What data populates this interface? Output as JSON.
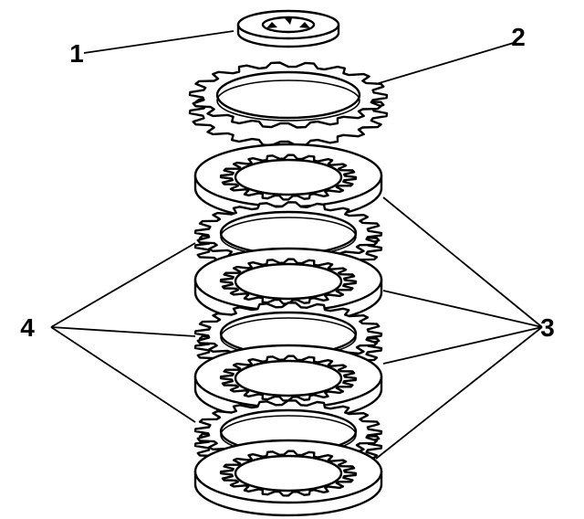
{
  "callouts": [
    {
      "id": "1",
      "text": "1"
    },
    {
      "id": "2",
      "text": "2"
    },
    {
      "id": "3",
      "text": "3"
    },
    {
      "id": "4",
      "text": "4"
    }
  ],
  "parts": [
    {
      "callout": "1",
      "kind": "thrust-washer"
    },
    {
      "callout": "2",
      "kind": "external-tab-gear-plate"
    },
    {
      "callout": "3",
      "kind": "internal-spline-clutch-plate",
      "count": 4
    },
    {
      "callout": "4",
      "kind": "external-tab-steel-plate",
      "count": 3
    }
  ]
}
